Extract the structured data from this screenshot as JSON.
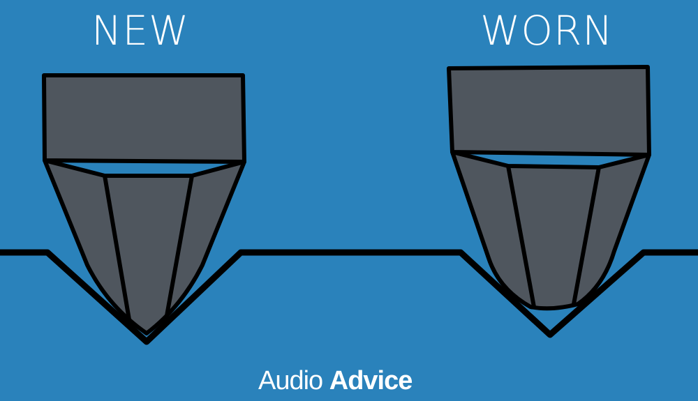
{
  "labels": {
    "new": "NEW",
    "worn": "WORN"
  },
  "logo": {
    "part1": "Audio",
    "part2": "Advice"
  },
  "colors": {
    "background": "#2a82bb",
    "stylus": "#4f565e",
    "outline": "#000000",
    "text": "#ffffff"
  }
}
